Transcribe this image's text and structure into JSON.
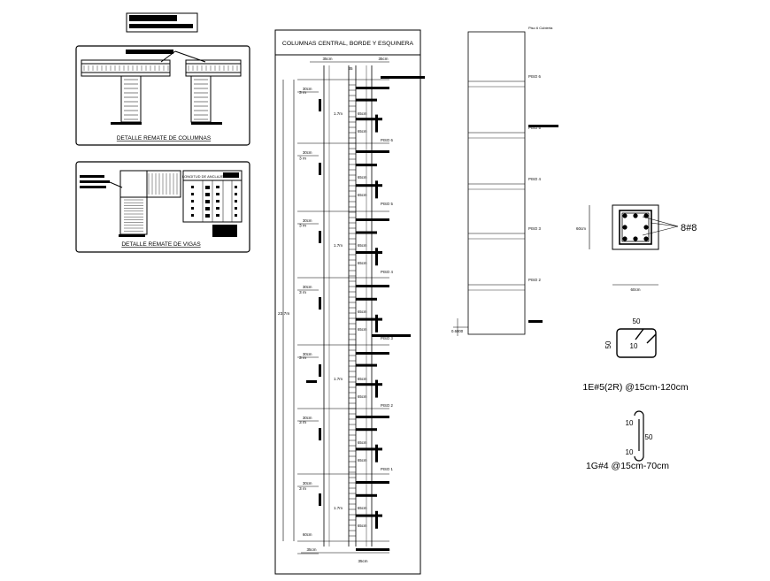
{
  "panels": {
    "columnas": {
      "title": "DETALLE REMATE DE COLUMNAS",
      "dims": [
        "",
        ""
      ]
    },
    "vigas": {
      "title": "DETALLE REMATE DE VIGAS",
      "table_title": "LONGITUD DE ANCLAJE"
    }
  },
  "main_elevation": {
    "title": "COLUMNAS CENTRAL, BORDE Y ESQUINERA",
    "top_dims": [
      "35cm",
      "35",
      "35cm"
    ],
    "bottom_dims": [
      "35cm",
      "35cm",
      "35cm"
    ],
    "total_height": "23.7m",
    "floor_heights": [
      "3 m",
      "3 m",
      "3 m",
      "3 m",
      "3 m",
      "3 m",
      "3 m",
      "3 m"
    ],
    "lap_lengths": [
      "1.7m",
      "1.7m",
      "1.7m",
      "1.7m",
      "1.7m"
    ],
    "end_zones": [
      "30cm",
      "30cm",
      "30cm",
      "30cm",
      "30cm",
      "30cm",
      "30cm",
      "30cm",
      "60cm"
    ],
    "stirrup_zones": [
      "65cm",
      "65cm",
      "65cm",
      "65cm",
      "65cm",
      "65cm",
      "65cm",
      "65cm",
      "65cm",
      "65cm",
      "65cm",
      "65cm",
      "65cm",
      "65cm",
      "65cm",
      "65cm",
      "65cm",
      "65cm"
    ],
    "level_labels": [
      "PISO 6",
      "PISO 5",
      "PISO 4",
      "PISO 3",
      "PISO 2",
      "PISO 1"
    ]
  },
  "section_elevation": {
    "top_label": "Piso 6 Cubierta",
    "levels": [
      "PISO 6",
      "PISO 5",
      "PISO 4",
      "PISO 3",
      "PISO 2"
    ],
    "base_label": "0.6000"
  },
  "column_section": {
    "bars": "8#8",
    "width": "60cm",
    "height": "60cm"
  },
  "stirrup": {
    "top": "50",
    "side": "50",
    "hook": "10",
    "label": "1E#5(2R) @15cm-120cm"
  },
  "tie": {
    "hook_top": "10",
    "length": "50",
    "hook_bottom": "10",
    "label": "1G#4 @15cm-70cm"
  }
}
